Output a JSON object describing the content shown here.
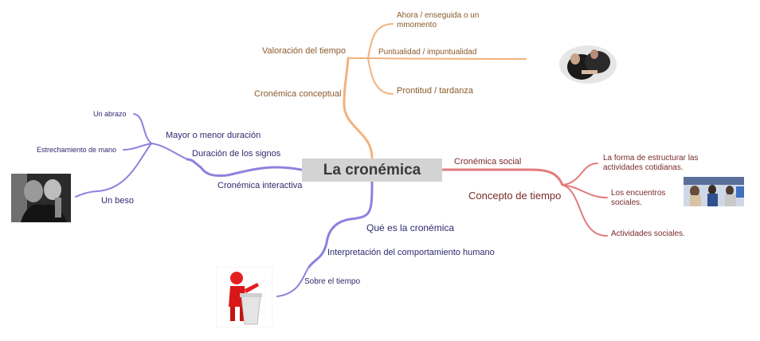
{
  "center": "La cronémica",
  "colors": {
    "orange": "#f2b27e",
    "red": "#e37b7b",
    "purple": "#8c82dd"
  },
  "orange": {
    "conceptual": "Cronémica conceptual",
    "valoracion": "Valoración del tiempo",
    "ahora": "Ahora / enseguida o un mmomento",
    "puntualidad": "Puntualidad / impuntualidad",
    "prontitud": "Prontitud / tardanza"
  },
  "red": {
    "social": "Cronémica social",
    "concepto": "Concepto de tiempo",
    "forma": "La forma de estructurar las actividades cotidianas.",
    "encuentros": "Los encuentros sociales.",
    "actividades": "Actividades sociales."
  },
  "purple_left": {
    "interactiva": "Cronémica interactiva",
    "duracion_signos": "Duración de los signos",
    "mayor_menor": "Mayor o menor duración",
    "abrazo": "Un abrazo",
    "estrechamiento": "Estrechamiento de mano",
    "beso": "Un beso"
  },
  "purple_bottom": {
    "que_es": "Qué es la cronémica",
    "interpretacion": "Interpretación del comportamiento humano",
    "sobre": "Sobre el tiempo"
  },
  "images": [
    "people-photo-icon",
    "kiss-photo-icon",
    "meeting-photo-icon",
    "speaker-podium-icon"
  ]
}
